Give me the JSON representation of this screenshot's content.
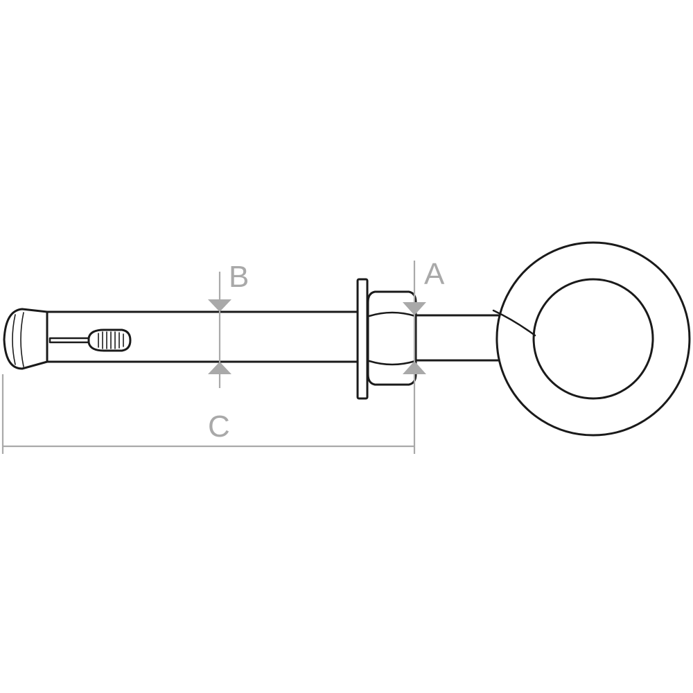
{
  "dimensions": {
    "a_label": "A",
    "b_label": "B",
    "c_label": "C"
  },
  "colors": {
    "outline": "#1a1a1a",
    "dimension": "#a9a9a9",
    "background": "#ffffff"
  }
}
